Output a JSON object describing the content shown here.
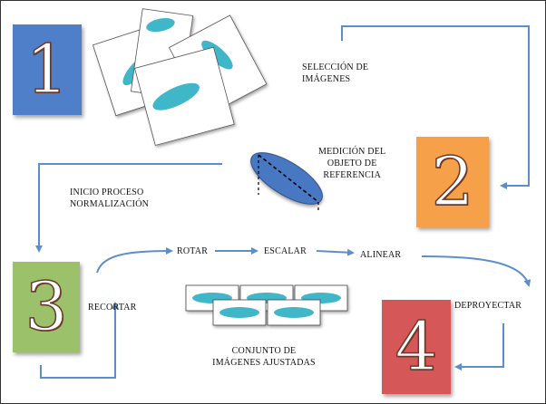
{
  "steps": [
    {
      "number": "1",
      "color": "#4f7fc8"
    },
    {
      "number": "2",
      "color": "#f7a04a"
    },
    {
      "number": "3",
      "color": "#9cc16b"
    },
    {
      "number": "4",
      "color": "#d55757"
    }
  ],
  "labels": {
    "seleccion_line1": "SELECCIÓN DE",
    "seleccion_line2": "IMÁGENES",
    "medicion_line1": "MEDICIÓN DEL",
    "medicion_line2": "OBJETO DE",
    "medicion_line3": "REFERENCIA",
    "inicio_line1": "INICIO PROCESO",
    "inicio_line2": "NORMALIZACIÓN",
    "rotar": "ROTAR",
    "escalar": "ESCALAR",
    "alinear": "ALINEAR",
    "recortar": "RECORTAR",
    "deproyectar": "DEPROYECTAR",
    "conjunto_line1": "CONJUNTO DE",
    "conjunto_line2": "IMÁGENES AJUSTADAS"
  },
  "colors": {
    "arrow": "#5b8fcb",
    "ellipse_fill": "#3fb6c9",
    "reference_object": "#4a78c2"
  }
}
